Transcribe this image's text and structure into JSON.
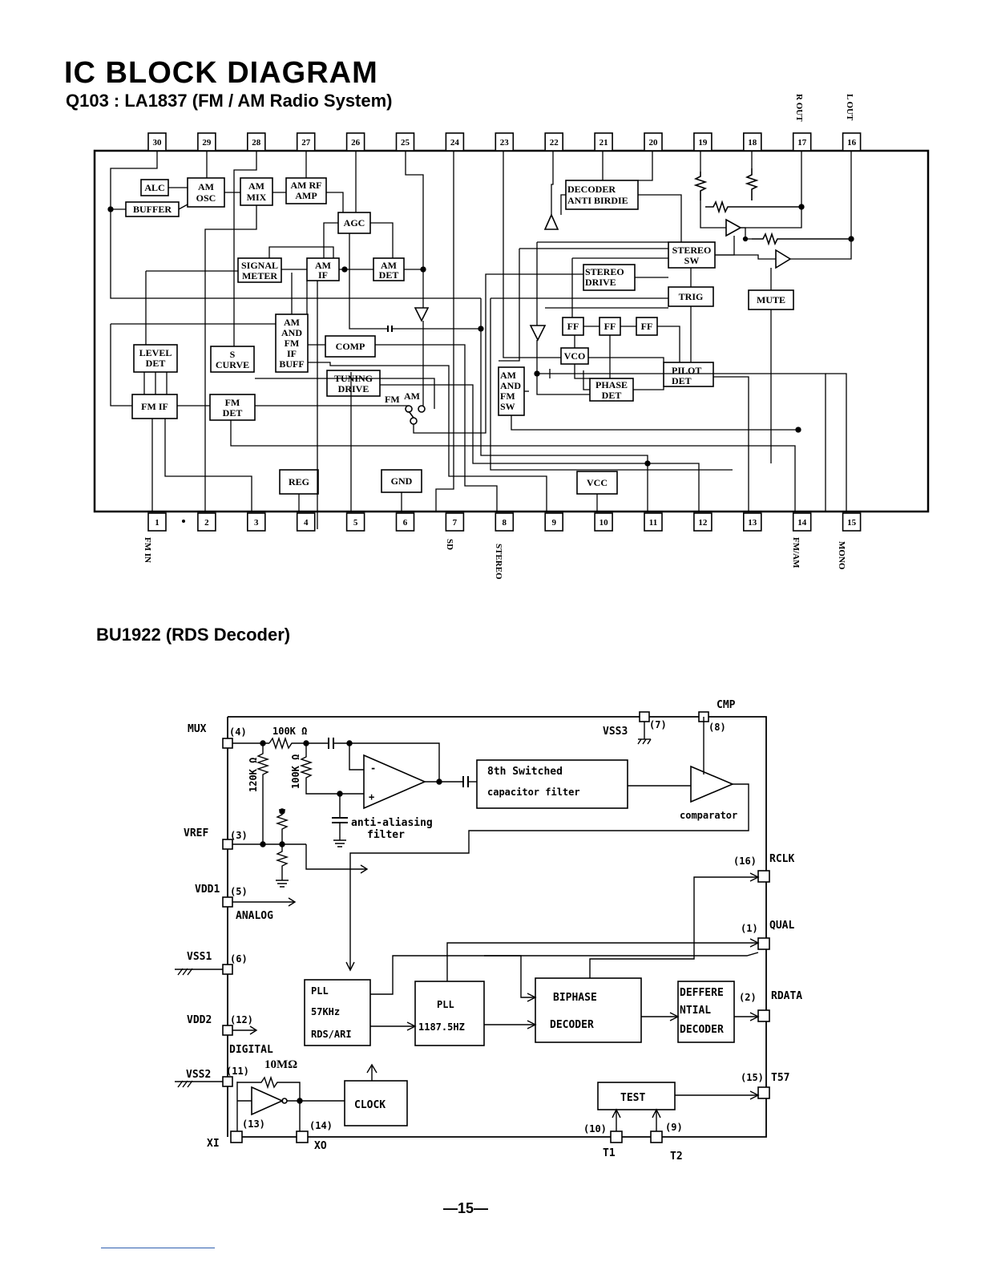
{
  "page": {
    "title": "IC BLOCK DIAGRAM",
    "number": "—15—"
  },
  "diagram1": {
    "subtitle": "Q103 : LA1837  (FM / AM  Radio  System)",
    "top_pins": [
      "30",
      "29",
      "28",
      "27",
      "26",
      "25",
      "24",
      "23",
      "22",
      "21",
      "20",
      "19",
      "18",
      "17",
      "16"
    ],
    "bottom_pins": [
      "1",
      "2",
      "3",
      "4",
      "5",
      "6",
      "7",
      "8",
      "9",
      "10",
      "11",
      "12",
      "13",
      "14",
      "15"
    ],
    "pin_labels": {
      "r_out": "R OUT",
      "l_out": "L OUT",
      "fm_in": "FM IN",
      "sd": "SD",
      "stereo": "STEREO",
      "fm_am": "FM/AM",
      "mono": "MONO"
    },
    "blocks": {
      "alc": "ALC",
      "am_osc": [
        "AM",
        "OSC"
      ],
      "buffer": "BUFFER",
      "am_mix": [
        "AM",
        "MIX"
      ],
      "am_rf_amp": [
        "AM RF",
        "AMP"
      ],
      "agc": "AGC",
      "signal_meter": [
        "SIGNAL",
        "METER"
      ],
      "am_if": [
        "AM",
        "IF"
      ],
      "am_det": [
        "AM",
        "DET"
      ],
      "am_fm_if_buff": [
        "AM",
        "AND",
        "FM",
        "IF",
        "BUFF"
      ],
      "comp": "COMP",
      "level_det": [
        "LEVEL",
        "DET"
      ],
      "s_curve": [
        "S",
        "CURVE"
      ],
      "tuning_drive": [
        "TUNING",
        "DRIVE"
      ],
      "fm_if": "FM IF",
      "fm_det": [
        "FM",
        "DET"
      ],
      "reg": "REG",
      "gnd": "GND",
      "vcc": "VCC",
      "decoder": [
        "DECODER",
        "ANTI BIRDIE"
      ],
      "stereo_sw": [
        "STEREO",
        "SW"
      ],
      "stereo_drive": [
        "STEREO",
        "DRIVE"
      ],
      "trig": "TRIG",
      "mute": "MUTE",
      "ff": "FF",
      "vco": "VCO",
      "am_fm_sw": [
        "AM",
        "AND",
        "FM",
        "SW"
      ],
      "phase_det": [
        "PHASE",
        "DET"
      ],
      "pilot_det": [
        "PILOT",
        "DET"
      ],
      "switch_fm": "FM",
      "switch_am": "AM"
    }
  },
  "diagram2": {
    "subtitle": "BU1922  (RDS  Decoder)",
    "pins": {
      "mux": "MUX",
      "mux_num": "(4)",
      "vref": "VREF",
      "vref_num": "(3)",
      "vdd1": "VDD1",
      "vdd1_num": "(5)",
      "vss1": "VSS1",
      "vss1_num": "(6)",
      "vdd2": "VDD2",
      "vdd2_num": "(12)",
      "vss2": "VSS2",
      "vss2_num": "(11)",
      "xi": "XI",
      "xi_num": "(13)",
      "xo": "XO",
      "xo_num": "(14)",
      "vss3": "VSS3",
      "vss3_num": "(7)",
      "cmp": "CMP",
      "cmp_num": "(8)",
      "rclk": "RCLK",
      "rclk_num": "(16)",
      "qual": "QUAL",
      "qual_num": "(1)",
      "rdata": "RDATA",
      "rdata_num": "(2)",
      "t57": "T57",
      "t57_num": "(15)",
      "t1": "T1",
      "t1_num": "(10)",
      "t2": "T2",
      "t2_num": "(9)"
    },
    "labels": {
      "r100k_a": "100K Ω",
      "r120k": "120K Ω",
      "r100k_b": "100K Ω",
      "r10m": "10MΩ",
      "anti_aliasing": [
        "anti-aliasing",
        "filter"
      ],
      "analog": "ANALOG",
      "digital": "DIGITAL",
      "comparator": "comparator"
    },
    "blocks": {
      "switched_cap": [
        "8th Switched",
        "capacitor filter"
      ],
      "pll57": [
        "PLL",
        "57KHz",
        "RDS/ARI"
      ],
      "pll1187": [
        "PLL",
        "1187.5HZ"
      ],
      "biphase": [
        "BIPHASE",
        "DECODER"
      ],
      "differential": [
        "DEFFERE",
        "NTIAL",
        "DECODER"
      ],
      "clock": "CLOCK",
      "test": "TEST"
    }
  }
}
